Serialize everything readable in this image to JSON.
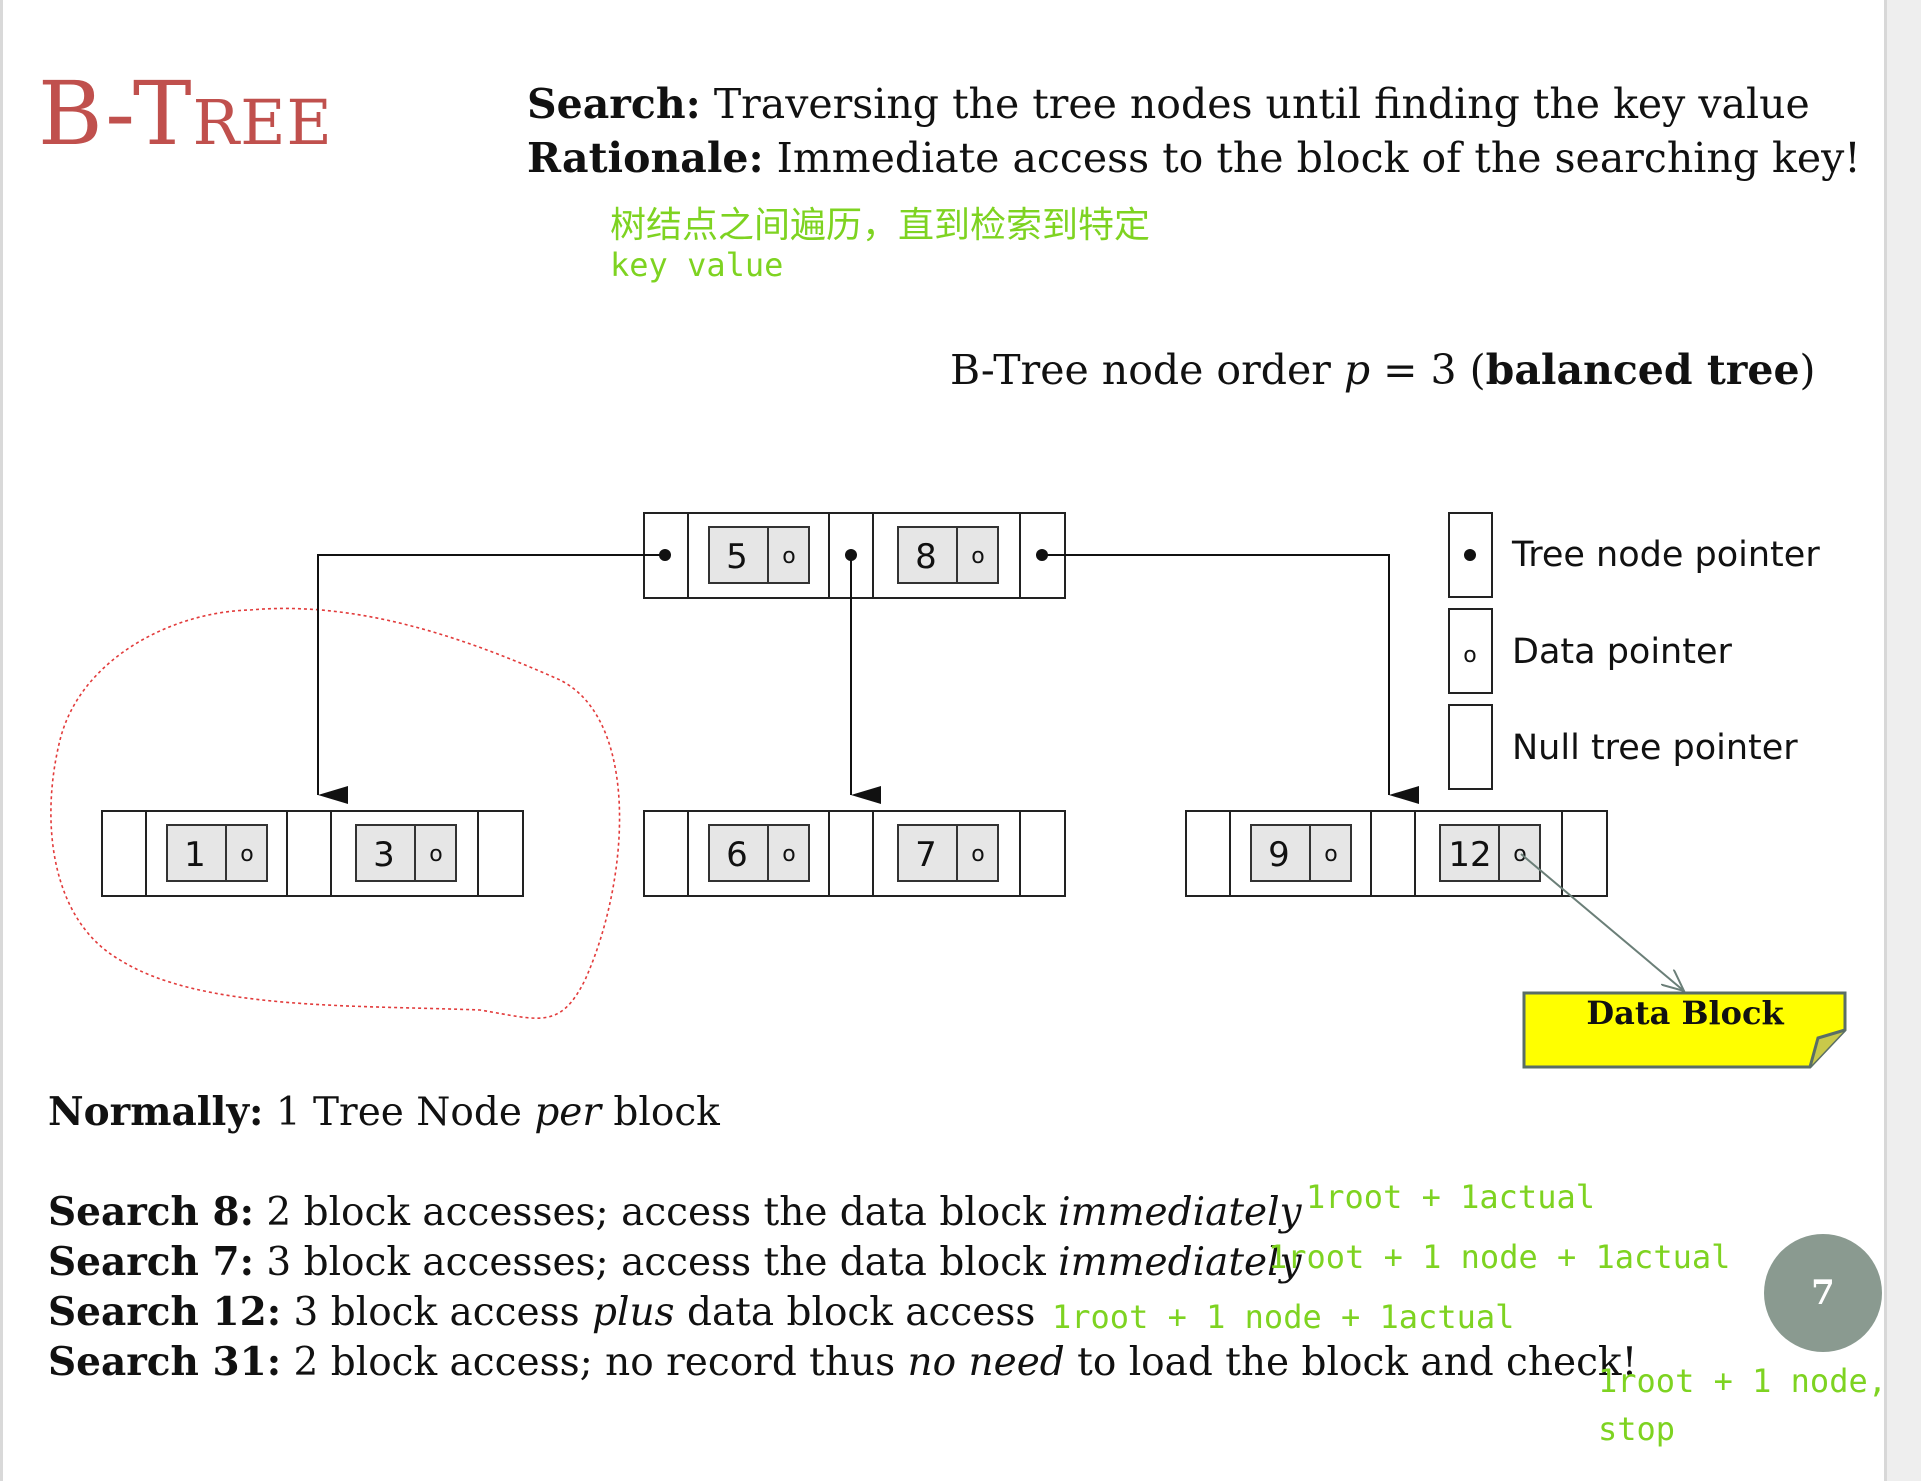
{
  "title": "B-Tree",
  "search_label": "Search:",
  "search_text": " Traversing the tree nodes until finding the key value",
  "rationale_label": "Rationale:",
  "rationale_text": " Immediate access to the block of the searching key!",
  "note_cn_line1": "树结点之间遍历，直到检索到特定",
  "note_cn_line2": "key value",
  "order_text_prefix": "B-Tree node order ",
  "order_p": "p",
  "order_eq": " = 3 (",
  "order_bold": "balanced tree",
  "order_close": ")",
  "root_keys": [
    "5",
    "8"
  ],
  "leaf_nodes": [
    {
      "keys": [
        "1",
        "3"
      ]
    },
    {
      "keys": [
        "6",
        "7"
      ]
    },
    {
      "keys": [
        "9",
        "12"
      ]
    }
  ],
  "data_pointer_glyph": "o",
  "legend": {
    "tree_node_pointer": "Tree node pointer",
    "data_pointer": "Data pointer",
    "null_tree_pointer": "Null tree pointer"
  },
  "data_block_label": "Data Block",
  "normally_label": "Normally:",
  "normally_text_a": " 1 Tree Node ",
  "normally_text_per": "per",
  "normally_text_b": " block",
  "searches": [
    {
      "label": "Search 8:",
      "text_a": " 2 block accesses; access the data block ",
      "italic": "immediately",
      "text_b": "",
      "note": "1root + 1actual"
    },
    {
      "label": "Search 7:",
      "text_a": " 3 block accesses; access the data block ",
      "italic": "immediately",
      "text_b": "",
      "note": "1root + 1 node + 1actual"
    },
    {
      "label": "Search 12:",
      "text_a": " 3 block access ",
      "italic": "plus",
      "text_b": " data block access",
      "note": "1root + 1 node + 1actual"
    },
    {
      "label": "Search 31:",
      "text_a": " 2 block access; no record thus ",
      "italic": "no need",
      "text_b": " to load the block and check!",
      "note": "1root + 1 node,"
    }
  ],
  "search31_note_line2": "stop",
  "page_number": "7",
  "colors": {
    "title": "#c0504d",
    "annotation": "#7ed321",
    "data_block_fill": "#ffff00",
    "circle": "#e23b3b",
    "page_badge": "#8a9a90"
  }
}
